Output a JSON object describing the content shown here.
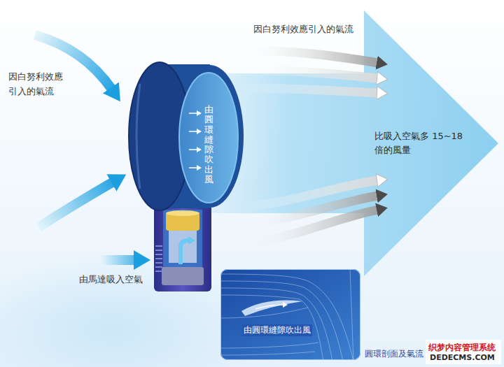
{
  "diagram": {
    "nodes": [
      {
        "text": [
          "由圓環縫隙吹出風"
        ]
      },
      {
        "text": [
          "比吸入空氣多 15~18 倍的風量"
        ]
      },
      {
        "text": [
          "由圓環縫隙吹出風",
          "圓環剖面及氣流"
        ]
      }
    ],
    "labels": [
      "因白努利效應引入的氣流",
      "因白努利效應 引入的氣流",
      "由馬達吸入空氣",
      "织梦内容管理系统",
      "DEDECMS.COM"
    ]
  }
}
